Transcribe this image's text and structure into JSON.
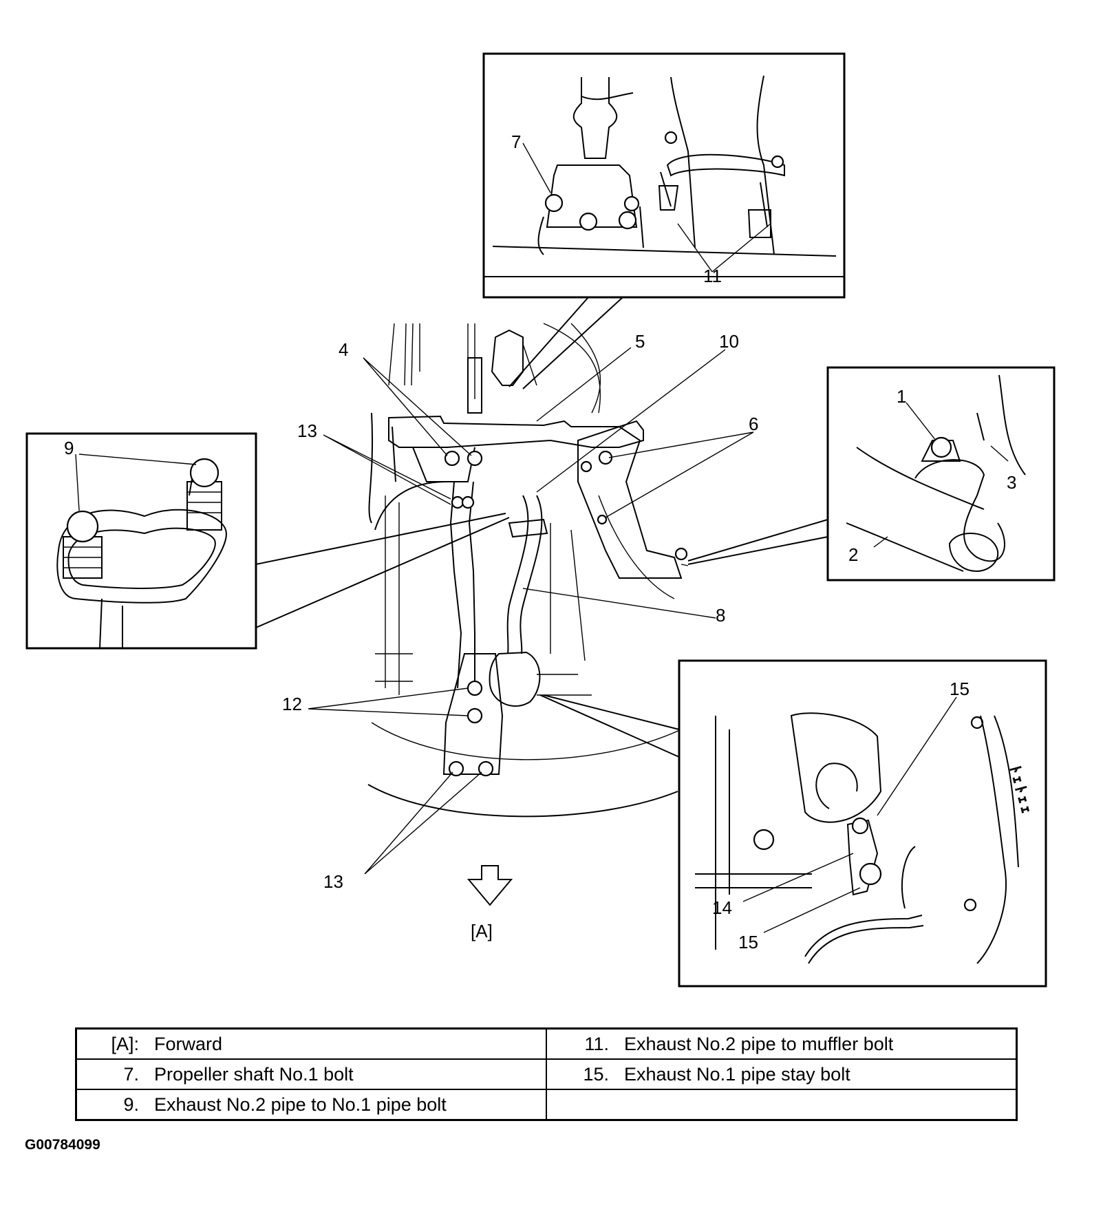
{
  "callouts": {
    "c1": "1",
    "c2": "2",
    "c3": "3",
    "c4": "4",
    "c5": "5",
    "c6": "6",
    "c7": "7",
    "c8": "8",
    "c9": "9",
    "c10": "10",
    "c11": "11",
    "c12": "12",
    "c13a": "13",
    "c13b": "13",
    "c14": "14",
    "c15a": "15",
    "c15b": "15",
    "forward": "[A]"
  },
  "legend": {
    "rows": [
      {
        "left": {
          "num": "[A]:",
          "text": "Forward"
        },
        "right": {
          "num": "11.",
          "text": "Exhaust No.2 pipe to muffler bolt"
        }
      },
      {
        "left": {
          "num": "7.",
          "text": "Propeller shaft No.1 bolt"
        },
        "right": {
          "num": "15.",
          "text": "Exhaust No.1 pipe stay bolt"
        }
      },
      {
        "left": {
          "num": "9.",
          "text": "Exhaust No.2 pipe to No.1 pipe bolt"
        },
        "right": {
          "num": "",
          "text": ""
        }
      }
    ]
  },
  "figure_id": "G00784099"
}
